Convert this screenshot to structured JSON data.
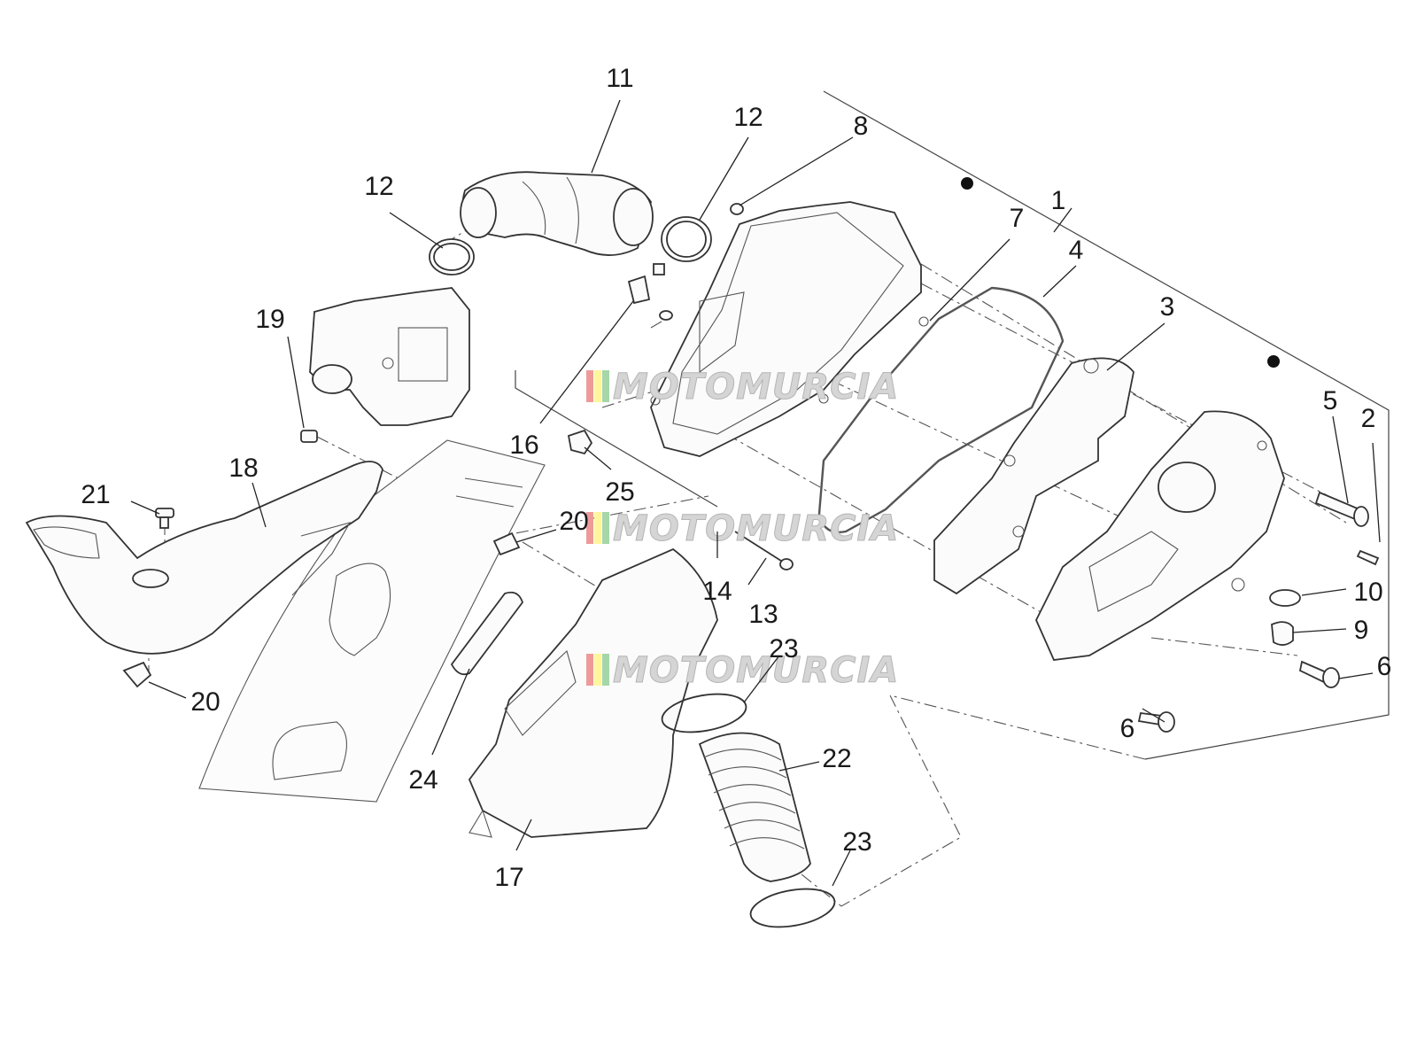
{
  "diagram": {
    "callouts": [
      {
        "id": "c1",
        "label": "1"
      },
      {
        "id": "c2",
        "label": "2"
      },
      {
        "id": "c3",
        "label": "3"
      },
      {
        "id": "c4",
        "label": "4"
      },
      {
        "id": "c5",
        "label": "5"
      },
      {
        "id": "c6a",
        "label": "6"
      },
      {
        "id": "c6b",
        "label": "6"
      },
      {
        "id": "c7",
        "label": "7"
      },
      {
        "id": "c8",
        "label": "8"
      },
      {
        "id": "c9",
        "label": "9"
      },
      {
        "id": "c10",
        "label": "10"
      },
      {
        "id": "c11",
        "label": "11"
      },
      {
        "id": "c12a",
        "label": "12"
      },
      {
        "id": "c12b",
        "label": "12"
      },
      {
        "id": "c13",
        "label": "13"
      },
      {
        "id": "c14",
        "label": "14"
      },
      {
        "id": "c16",
        "label": "16"
      },
      {
        "id": "c17",
        "label": "17"
      },
      {
        "id": "c18",
        "label": "18"
      },
      {
        "id": "c19",
        "label": "19"
      },
      {
        "id": "c20a",
        "label": "20"
      },
      {
        "id": "c20b",
        "label": "20"
      },
      {
        "id": "c21",
        "label": "21"
      },
      {
        "id": "c22",
        "label": "22"
      },
      {
        "id": "c23a",
        "label": "23"
      },
      {
        "id": "c23b",
        "label": "23"
      },
      {
        "id": "c24",
        "label": "24"
      },
      {
        "id": "c25",
        "label": "25"
      }
    ],
    "watermark": {
      "text": "MOTOMURCIA",
      "stripe_colors": [
        "#e53935",
        "#fdd835",
        "#43a047"
      ]
    }
  }
}
